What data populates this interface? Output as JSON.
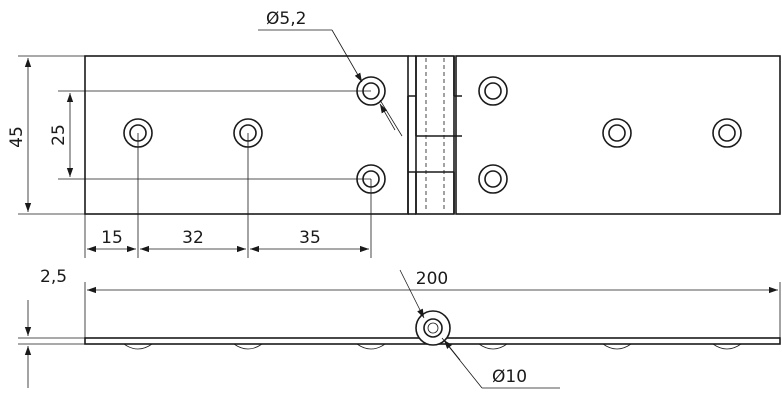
{
  "dimensions": {
    "hole_diameter": "Ø5,2",
    "overall_height": "45",
    "hole_spacing_vertical": "25",
    "edge_to_first_hole": "15",
    "hole_pitch_1": "32",
    "hole_pitch_2": "35",
    "thickness": "2,5",
    "overall_length": "200",
    "knuckle_diameter": "Ø10"
  },
  "colors": {
    "ink": "#1a1a1a",
    "background": "#ffffff"
  }
}
